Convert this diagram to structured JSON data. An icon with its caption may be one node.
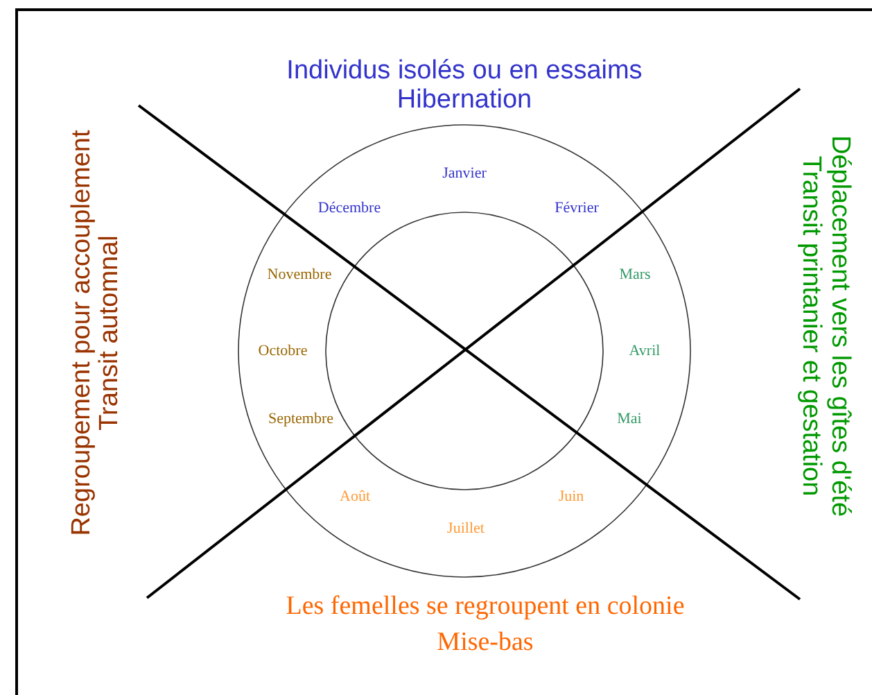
{
  "diagram": {
    "labels": [
      "Individus isolés ou en essaims",
      "Hibernation",
      "Regroupement pour accouplement",
      "Transit automnal",
      "Janvier",
      "Décembre",
      "Février",
      "Novembre",
      "Mars",
      "Octobre",
      "Avril",
      "Septembre",
      "Mai",
      "Août",
      "Juin",
      "Juillet",
      "Transit printanier et gestation",
      "Déplacement vers les gîtes d'été",
      "Les femelles se regroupent en colonie",
      "Mise-bas"
    ]
  }
}
